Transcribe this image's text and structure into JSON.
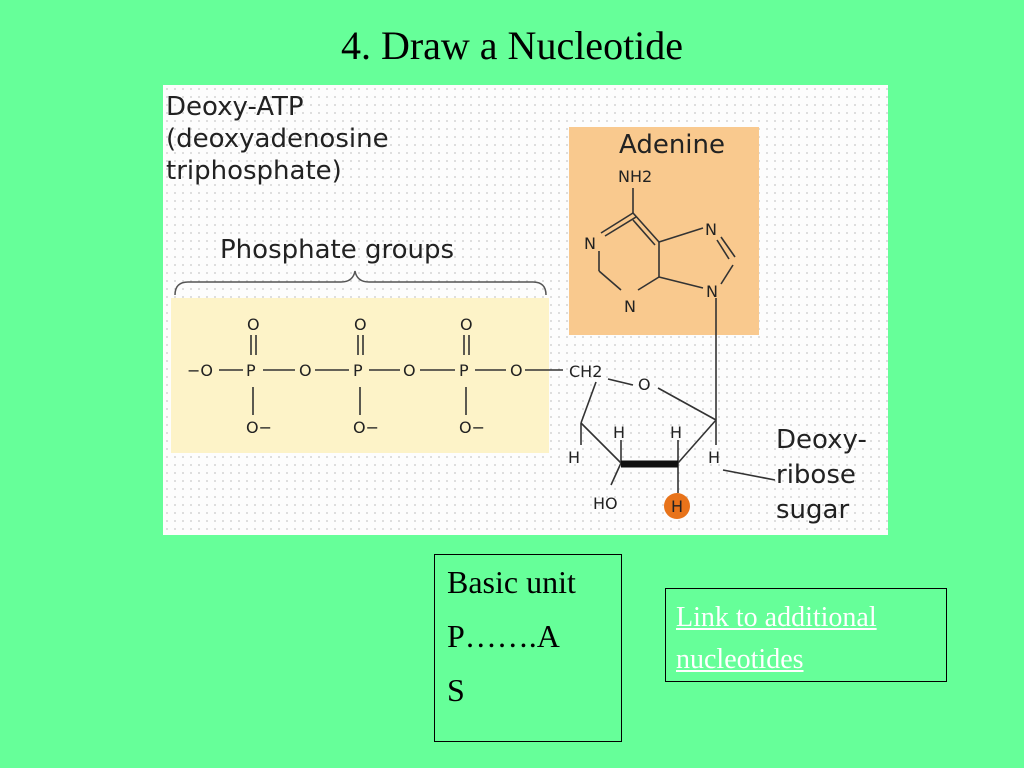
{
  "slide": {
    "title": "4.  Draw a Nucleotide",
    "background_color": "#66ff99"
  },
  "figure": {
    "heading_lines": [
      "Deoxy-ATP",
      "(deoxyadenosine",
      "triphosphate)"
    ],
    "phosphate_label": "Phosphate groups",
    "base_label": "Adenine",
    "amine": "NH2",
    "sugar_label_lines": [
      "Deoxy-",
      "ribose",
      "sugar"
    ],
    "atoms": {
      "o": "O",
      "p": "P",
      "n": "N",
      "h": "H",
      "o_minus": "O−",
      "minus_o": "−O",
      "ch2": "CH2",
      "ho": "HO"
    },
    "colors": {
      "phosphate_box": "#fdf3c8",
      "base_box": "#f9c98e",
      "highlight_h": "#e8731a"
    }
  },
  "infobox": {
    "lines": [
      "Basic unit",
      "P…….A",
      "S"
    ]
  },
  "link": {
    "text": "Link to additional nucleotides",
    "color": "#ffffff"
  }
}
